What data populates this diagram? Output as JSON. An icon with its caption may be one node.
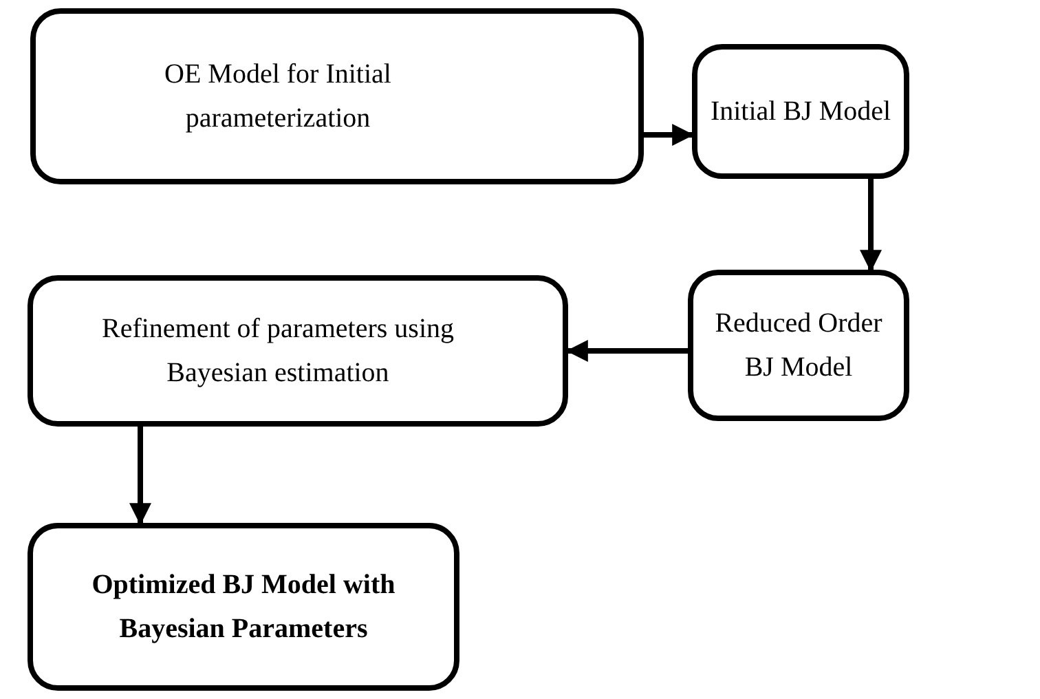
{
  "diagram": {
    "nodes": [
      {
        "text": [
          "OE Model for Initial parameterization"
        ]
      },
      {
        "text": [
          "Initial BJ Model"
        ]
      },
      {
        "text": [
          "Refinement of parameters using Bayesian estimation"
        ]
      },
      {
        "text": [
          "Reduced Order BJ Model"
        ]
      },
      {
        "text": [
          "Optimized BJ Model with Bayesian Parameters"
        ]
      }
    ],
    "edges": [
      {
        "from": 0,
        "to": 1,
        "arrow": "to"
      },
      {
        "from": 1,
        "to": 3,
        "arrow": "to"
      },
      {
        "from": 3,
        "to": 2,
        "arrow": "to"
      },
      {
        "from": 2,
        "to": 4,
        "arrow": "to"
      }
    ]
  }
}
